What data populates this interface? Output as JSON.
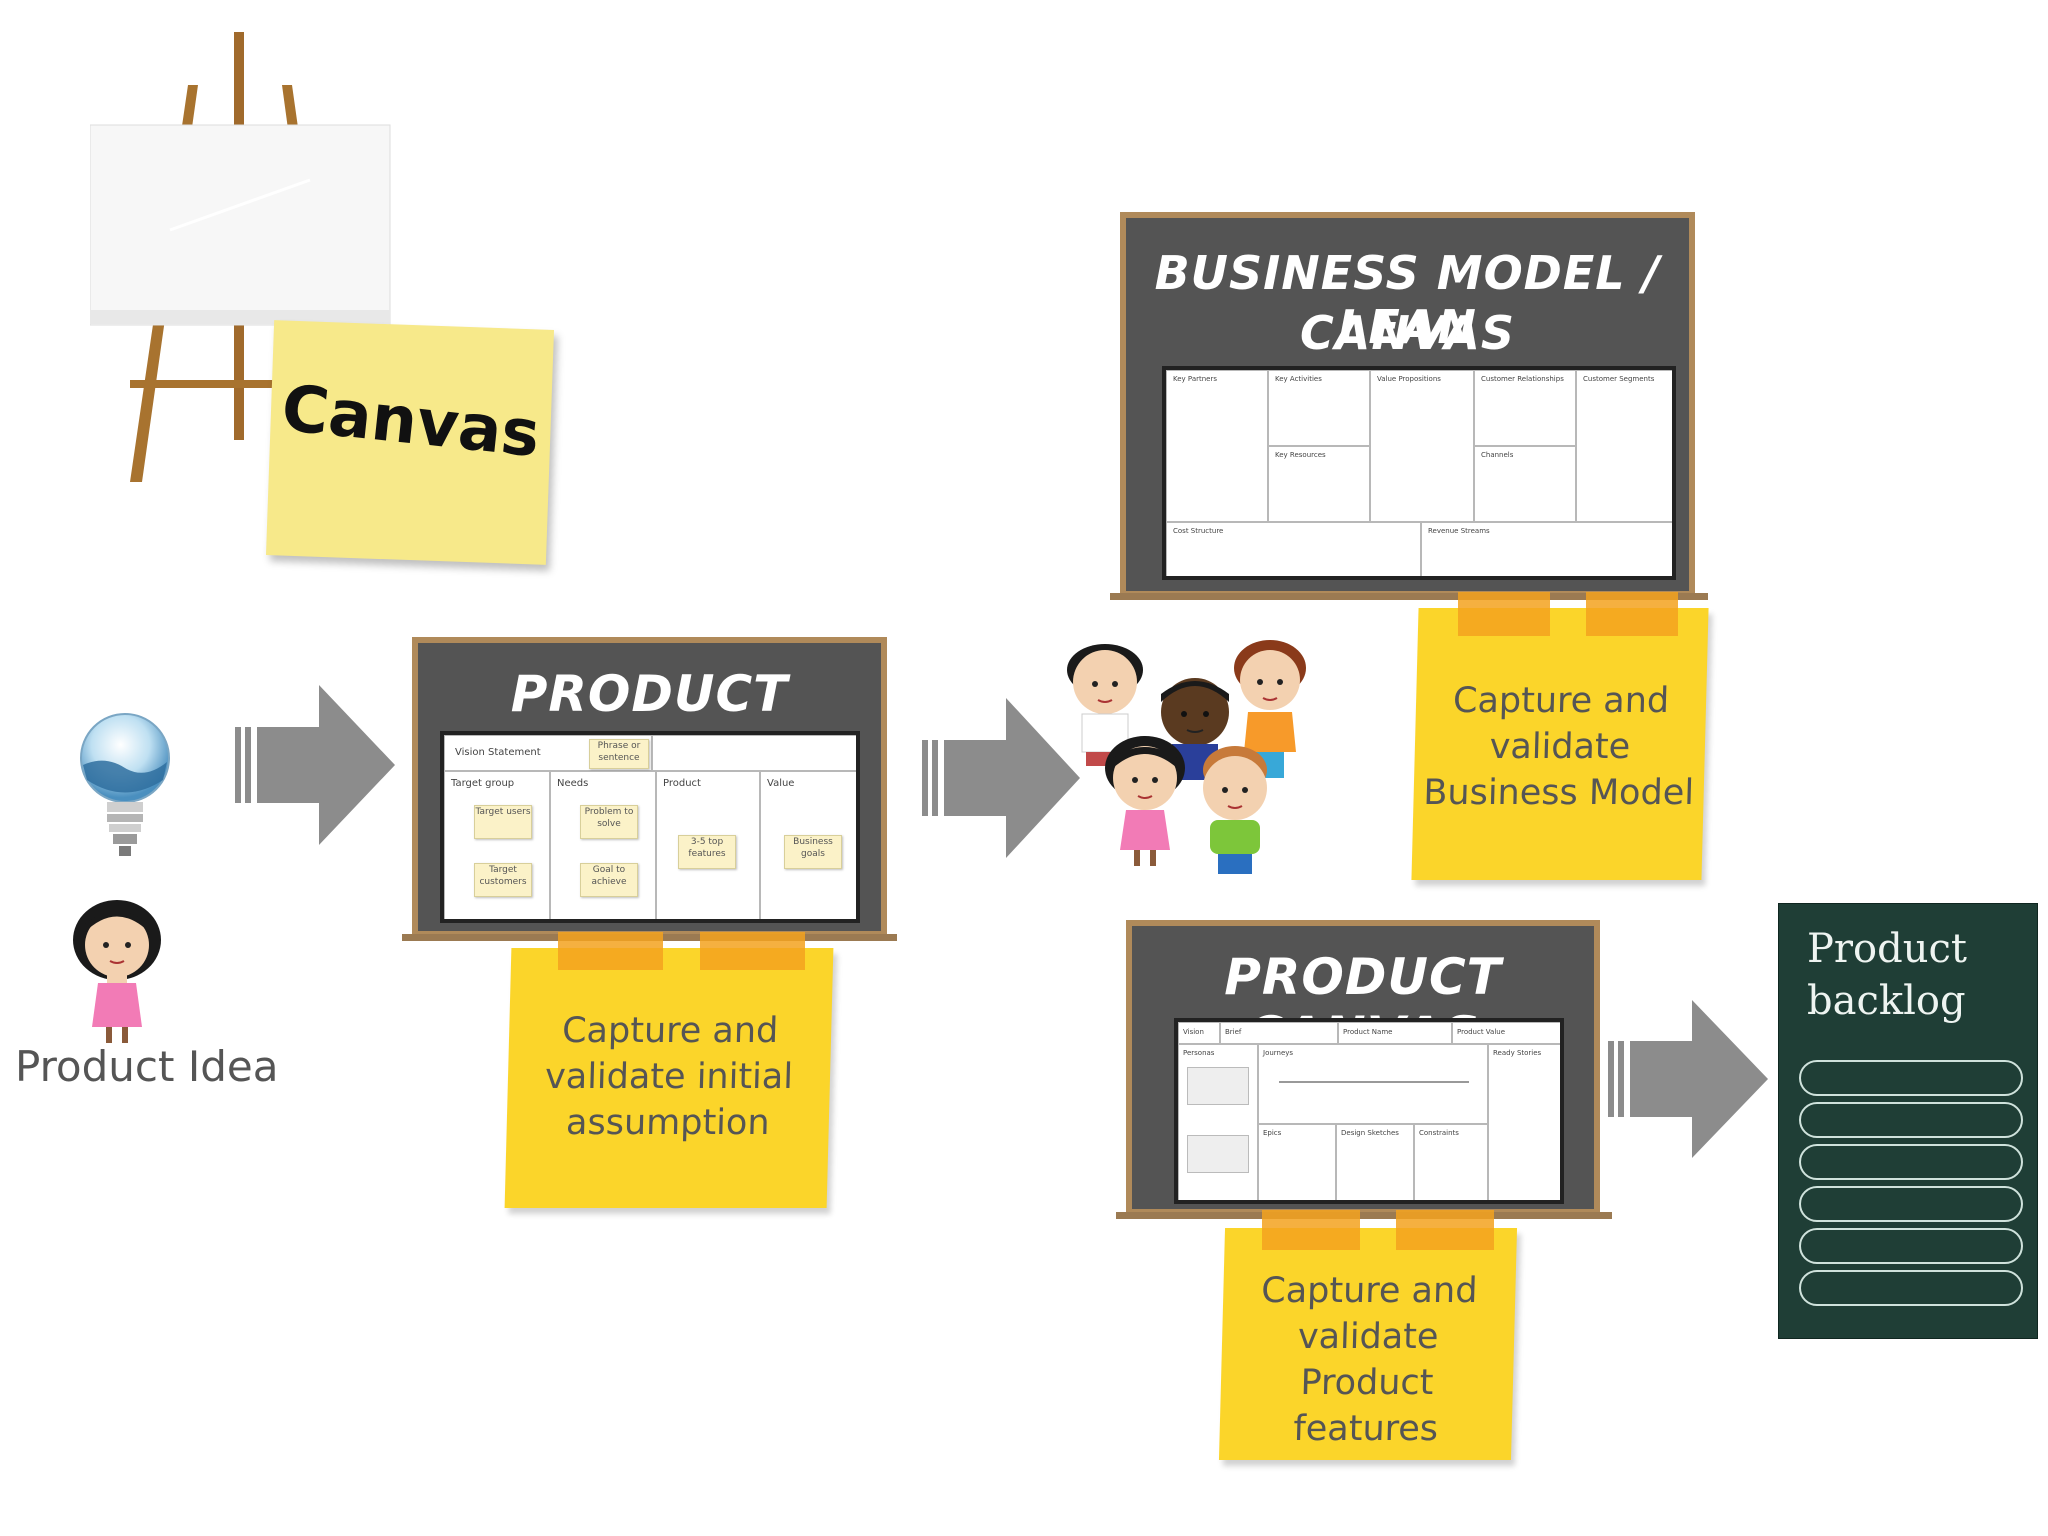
{
  "canvas_note": {
    "label": "Canvas"
  },
  "product_idea": {
    "label": "Product Idea"
  },
  "product_vision": {
    "title": "PRODUCT VISION",
    "sheet": {
      "vision_statement": "Vision Statement",
      "phrase_note": "Phrase or sentence",
      "columns": [
        "Target group",
        "Needs",
        "Product",
        "Value"
      ],
      "notes": [
        "Target users",
        "Problem to solve",
        "3-5 top features",
        "Business goals",
        "Target customers",
        "Goal to achieve"
      ]
    },
    "sticky": "Capture and validate initial assumption"
  },
  "business_model": {
    "title_line1": "BUSINESS MODEL / LEAN",
    "title_line2": "CANVAS",
    "sheet": {
      "top_cells": [
        "Key Partners",
        "Key Activities",
        "Value Propositions",
        "Customer Relationships",
        "Customer Segments"
      ],
      "mid_cells": [
        "Key Resources",
        "Channels"
      ],
      "bottom_cells": [
        "Cost Structure",
        "Revenue Streams"
      ]
    },
    "sticky": "Capture and validate Business Model"
  },
  "product_canvas": {
    "title": "PRODUCT CANVAS",
    "sheet": {
      "header_cells": [
        "Vision",
        "Brief",
        "Product Name",
        "Product Value"
      ],
      "sections": [
        "Personas",
        "Journeys",
        "Ready Stories",
        "Epics",
        "Design Sketches",
        "Constraints"
      ]
    },
    "sticky": "Capture and validate Product features"
  },
  "backlog": {
    "line1": "Product",
    "line2": "backlog",
    "row_count": 6
  },
  "colors": {
    "board": "#545454",
    "frame": "#b08a5a",
    "sticky": "#fbd52a",
    "tape": "#f3a21e",
    "backlog_bg": "#1f3e36",
    "arrow": "#8c8c8c"
  }
}
